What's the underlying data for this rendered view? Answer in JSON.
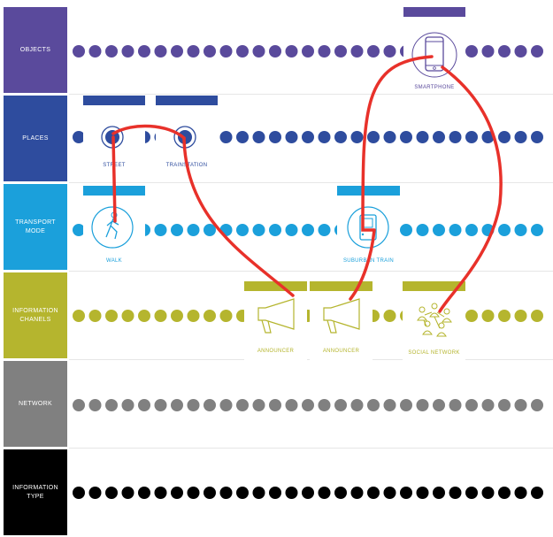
{
  "rows": [
    {
      "label": "OBJECTS",
      "color": "#5a4a9c"
    },
    {
      "label": "PLACES",
      "color": "#2e4c9e"
    },
    {
      "label": "TRANSPORT\nMODE",
      "color": "#1ba0db"
    },
    {
      "label": "INFORMATION\nCHANELS",
      "color": "#b5b52e"
    },
    {
      "label": "NETWORK",
      "color": "#808080"
    },
    {
      "label": "INFORMATION\nTYPE",
      "color": "#000000"
    }
  ],
  "nodes": {
    "smartphone": {
      "label": "SMARTPHONE",
      "color": "#5a4a9c",
      "icon": "smartphone-icon"
    },
    "street": {
      "label": "STREET",
      "color": "#2e4c9e",
      "icon": "location-icon"
    },
    "trainstation": {
      "label": "TRAINSTATION",
      "color": "#2e4c9e",
      "icon": "location-icon"
    },
    "walk": {
      "label": "WALK",
      "color": "#1ba0db",
      "icon": "walking-person-icon"
    },
    "suburban_train": {
      "label": "SUBURBAN TRAIN",
      "color": "#1ba0db",
      "icon": "train-icon"
    },
    "announcer_1": {
      "label": "ANNOUNCER",
      "color": "#b5b52e",
      "icon": "megaphone-icon"
    },
    "announcer_2": {
      "label": "ANNOUNCER",
      "color": "#b5b52e",
      "icon": "megaphone-icon"
    },
    "social_network": {
      "label": "SOCIAL NETWORK",
      "color": "#b5b52e",
      "icon": "people-icon"
    }
  },
  "connection_color": "#e8312a",
  "divider_color": "#e6e6e6"
}
